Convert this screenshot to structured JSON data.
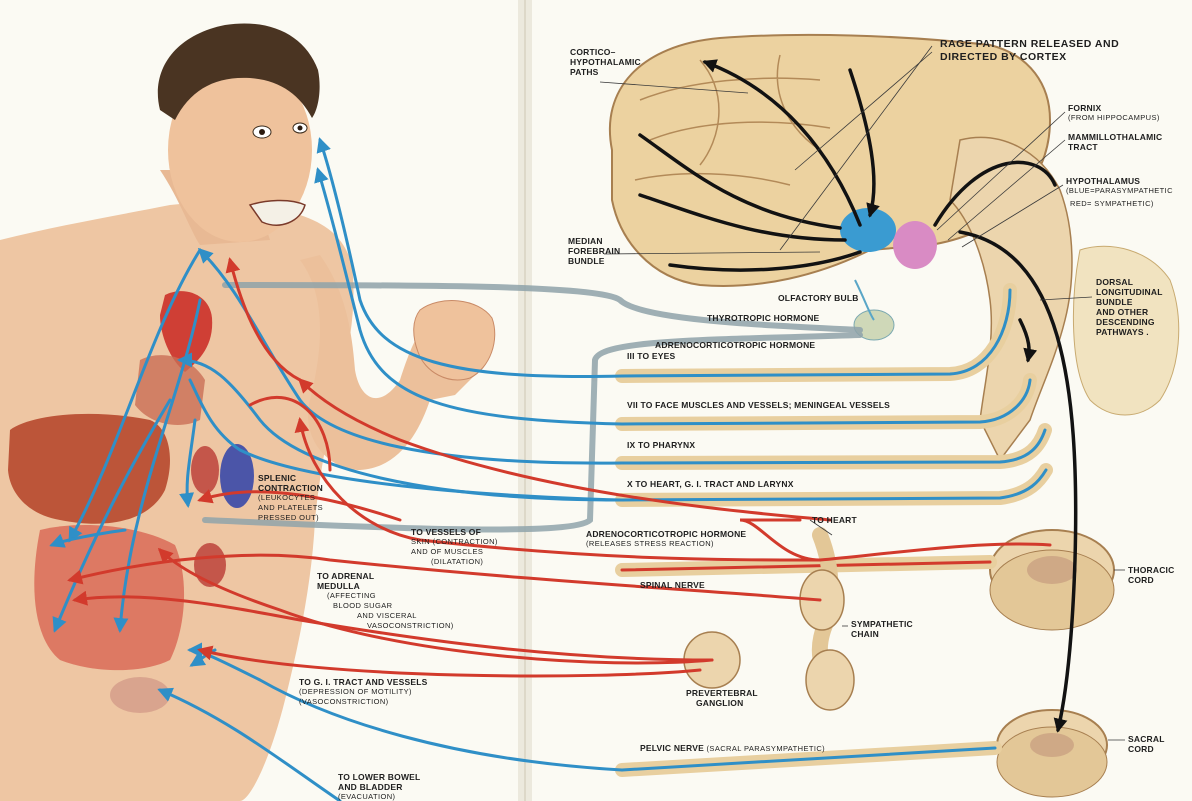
{
  "colors": {
    "parasympathetic": "#2f8fc7",
    "sympathetic": "#d23a2c",
    "pathway_black": "#121212",
    "hormone_gray": "#8fa3aa",
    "nerve_tan": "#e8cf9f",
    "skin": "#eec6a3",
    "paper": "#fbfaf3"
  },
  "labels": {
    "rage_title_1": "RAGE PATTERN RELEASED AND",
    "rage_title_2": "DIRECTED BY CORTEX",
    "cortico_1": "CORTICO–",
    "cortico_2": "HYPOTHALAMIC",
    "cortico_3": "PATHS",
    "fornix_1": "FORNIX",
    "fornix_2": "(FROM HIPPOCAMPUS)",
    "mammillo_1": "MAMMILLOTHALAMIC",
    "mammillo_2": "TRACT",
    "hypothalamus_1": "HYPOTHALAMUS",
    "hypothalamus_2": "(BLUE=PARASYMPATHETIC",
    "hypothalamus_3": "RED= SYMPATHETIC)",
    "median_1": "MEDIAN",
    "median_2": "FOREBRAIN",
    "median_3": "BUNDLE",
    "olfactory": "OLFACTORY BULB",
    "thyrotropic": "THYROTROPIC HORMONE",
    "acth_top": "ADRENOCORTICOTROPIC HORMONE",
    "dorsal_1": "DORSAL",
    "dorsal_2": "LONGITUDINAL",
    "dorsal_3": "BUNDLE",
    "dorsal_4": "AND OTHER",
    "dorsal_5": "DESCENDING",
    "dorsal_6": "PATHWAYS .",
    "nerve_iii": "III TO EYES",
    "nerve_vii": "VII TO FACE MUSCLES AND VESSELS; MENINGEAL VESSELS",
    "nerve_ix": "IX TO PHARYNX",
    "nerve_x": "X TO HEART, G. I. TRACT AND LARYNX",
    "splenic_1": "SPLENIC",
    "splenic_2": "CONTRACTION",
    "splenic_3": "(LEUKOCYTES",
    "splenic_4": "AND PLATELETS",
    "splenic_5": "PRESSED OUT)",
    "vessels_1": "TO VESSELS OF",
    "vessels_2": "SKIN (CONTRACTION)",
    "vessels_3": "AND OF MUSCLES",
    "vessels_4": "(DILATATION)",
    "acth_mid_1": "ADRENOCORTICOTROPIC HORMONE",
    "acth_mid_2": "(RELEASES STRESS REACTION)",
    "to_heart": "TO HEART",
    "adrenal_1": "TO ADRENAL",
    "adrenal_2": "MEDULLA",
    "adrenal_3": "(AFFECTING",
    "adrenal_4": "BLOOD SUGAR",
    "adrenal_5": "AND VISCERAL",
    "adrenal_6": "VASOCONSTRICTION)",
    "spinal": "SPINAL NERVE",
    "thoracic_1": "THORACIC",
    "thoracic_2": "CORD",
    "sympathetic_1": "SYMPATHETIC",
    "sympathetic_2": "CHAIN",
    "gi_1": "TO G. I. TRACT AND VESSELS",
    "gi_2": "(DEPRESSION OF MOTILITY)",
    "gi_3": "(VASOCONSTRICTION)",
    "prevertebral_1": "PREVERTEBRAL",
    "prevertebral_2": "GANGLION",
    "pelvic_main": "PELVIC NERVE",
    "pelvic_sub": "(SACRAL PARASYMPATHETIC)",
    "sacral_1": "SACRAL",
    "sacral_2": "CORD",
    "bowel_1": "TO LOWER BOWEL",
    "bowel_2": "AND BLADDER",
    "bowel_3": "(EVACUATION)"
  }
}
